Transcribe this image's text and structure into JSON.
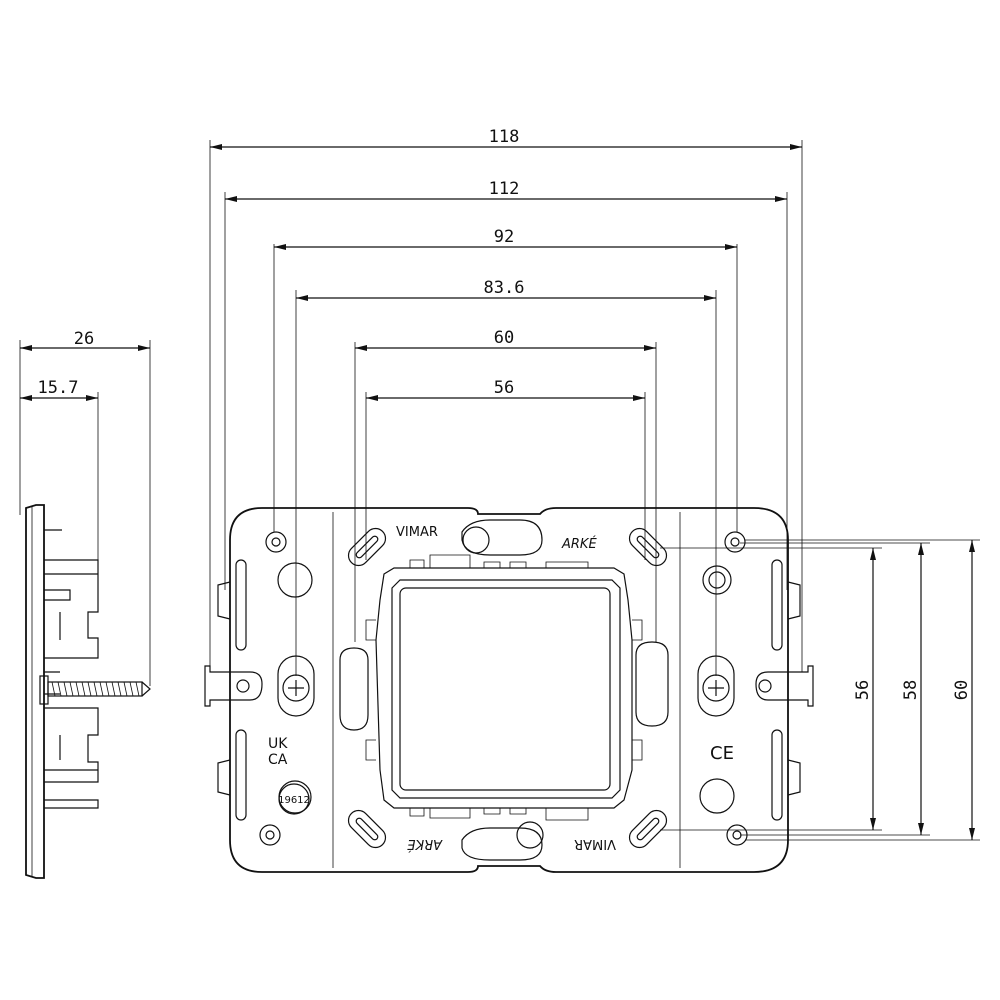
{
  "dimensions": {
    "top": [
      {
        "id": "w118",
        "label": "118"
      },
      {
        "id": "w112",
        "label": "112"
      },
      {
        "id": "w92",
        "label": "92"
      },
      {
        "id": "w83",
        "label": "83.6"
      },
      {
        "id": "w60",
        "label": "60"
      },
      {
        "id": "w56",
        "label": "56"
      }
    ],
    "side": [
      {
        "id": "d26",
        "label": "26"
      },
      {
        "id": "d15",
        "label": "15.7"
      }
    ],
    "right": [
      {
        "id": "h56",
        "label": "56"
      },
      {
        "id": "h58",
        "label": "58"
      },
      {
        "id": "h60",
        "label": "60"
      }
    ]
  },
  "markings": {
    "brand_top": "VIMAR",
    "series_top": "ARKÉ",
    "brand_bottom": "VIMAR",
    "series_bottom": "ARKÉ",
    "ukca_line1": "UK",
    "ukca_line2": "CA",
    "ce": "CE",
    "model": "19612"
  }
}
